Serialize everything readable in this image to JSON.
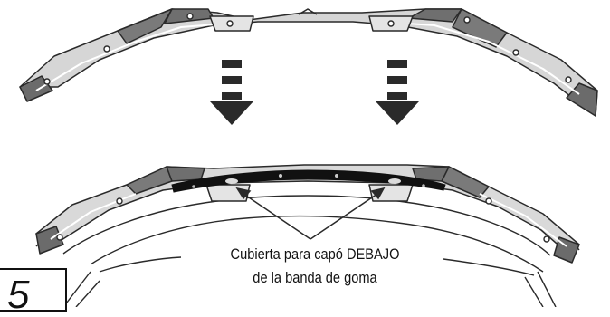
{
  "step": {
    "number": "5"
  },
  "callout": {
    "line1": "Cubierta para capó DEBAJO",
    "line2": "de la banda de goma"
  }
}
